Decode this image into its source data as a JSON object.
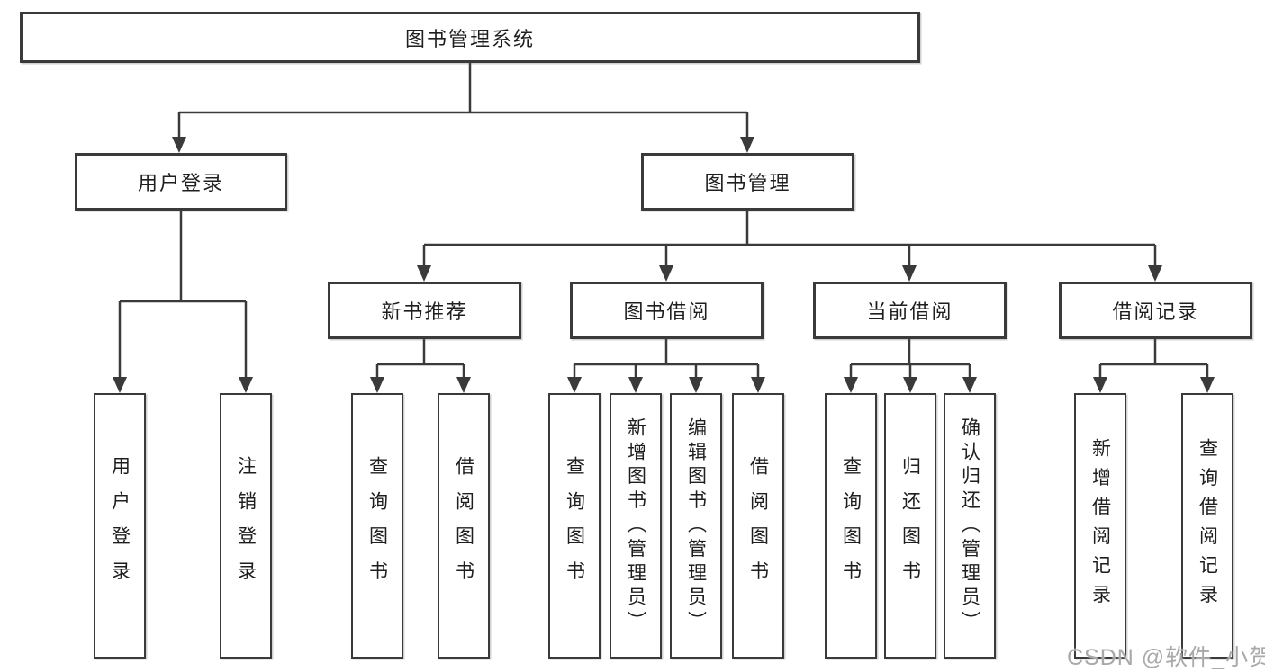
{
  "diagram_type": "functional-structure-tree",
  "colors": {
    "line": "#3a3a3a",
    "box_border": "#3a3a3a",
    "box_fill": "#ffffff",
    "text": "#1e1e1e",
    "watermark": "#a9a9a9",
    "background": "#ffffff"
  },
  "tree": {
    "label": "图书管理系统",
    "children": [
      {
        "label": "用户登录",
        "children": [
          {
            "label": "用户登录"
          },
          {
            "label": "注销登录"
          }
        ]
      },
      {
        "label": "图书管理",
        "children": [
          {
            "label": "新书推荐",
            "children": [
              {
                "label": "查询图书"
              },
              {
                "label": "借阅图书"
              }
            ]
          },
          {
            "label": "图书借阅",
            "children": [
              {
                "label": "查询图书"
              },
              {
                "label": "新增图书（管理员）"
              },
              {
                "label": "编辑图书（管理员）"
              },
              {
                "label": "借阅图书"
              }
            ]
          },
          {
            "label": "当前借阅",
            "children": [
              {
                "label": "查询图书"
              },
              {
                "label": "归还图书"
              },
              {
                "label": "确认归还（管理员）"
              }
            ]
          },
          {
            "label": "借阅记录",
            "children": [
              {
                "label": "新增借阅记录"
              },
              {
                "label": "查询借阅记录"
              }
            ]
          }
        ]
      }
    ]
  },
  "watermark": {
    "text": "CSDN @软件_小贺同学"
  }
}
